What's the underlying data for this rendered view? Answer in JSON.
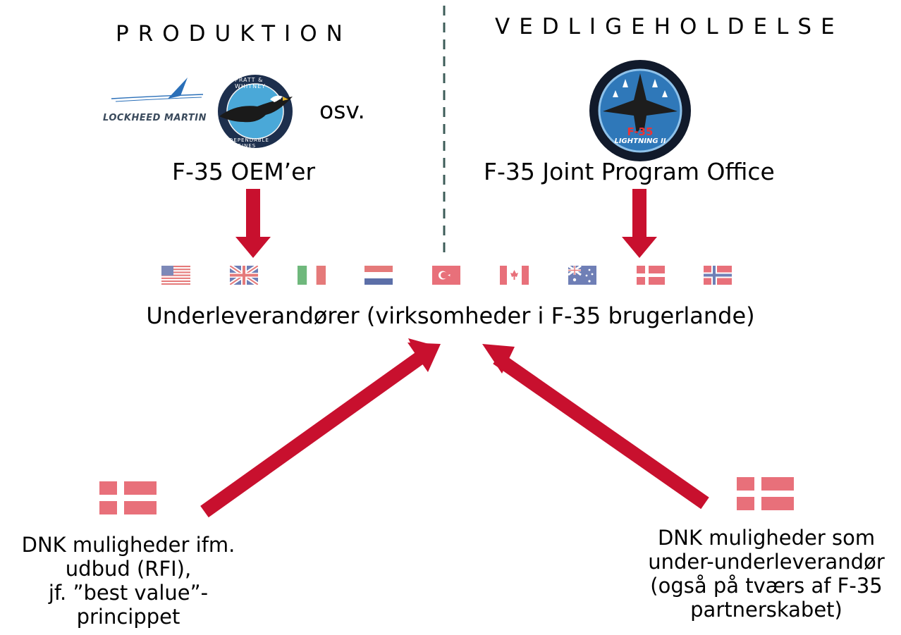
{
  "production": {
    "heading": "PRODUKTION",
    "logos": [
      {
        "name": "lockheed-martin-logo",
        "text": "LOCKHEED MARTIN"
      },
      {
        "name": "pratt-whitney-logo",
        "text_top": "PRATT & WHITNEY",
        "text_bottom": "DEPENDABLE ENGINES"
      }
    ],
    "osv": "osv.",
    "label": "F-35 OEM’er"
  },
  "maintenance": {
    "heading": "VEDLIGEHOLDELSE",
    "logo_text": "F-35",
    "logo_subtext": "LIGHTNING II",
    "label": "F-35 Joint Program Office"
  },
  "flags": [
    "usa",
    "united-kingdom",
    "italy",
    "netherlands",
    "turkey",
    "canada",
    "australia",
    "denmark",
    "norway"
  ],
  "subcontractors": "Underleverandører (virksomheder i F-35 brugerlande)",
  "left_opportunity": {
    "flag": "denmark",
    "lines": [
      "DNK muligheder ifm.",
      "udbud (RFI),",
      "jf. ”best value”-",
      "princippet"
    ]
  },
  "right_opportunity": {
    "flag": "denmark",
    "lines": [
      "DNK muligheder som",
      "under-underleverandør",
      "(også på tværs af F-35",
      "partnerskabet)"
    ]
  },
  "colors": {
    "arrow": "#c8102e",
    "divider": "#3d5c58",
    "denmark_red": "#e8707a"
  }
}
